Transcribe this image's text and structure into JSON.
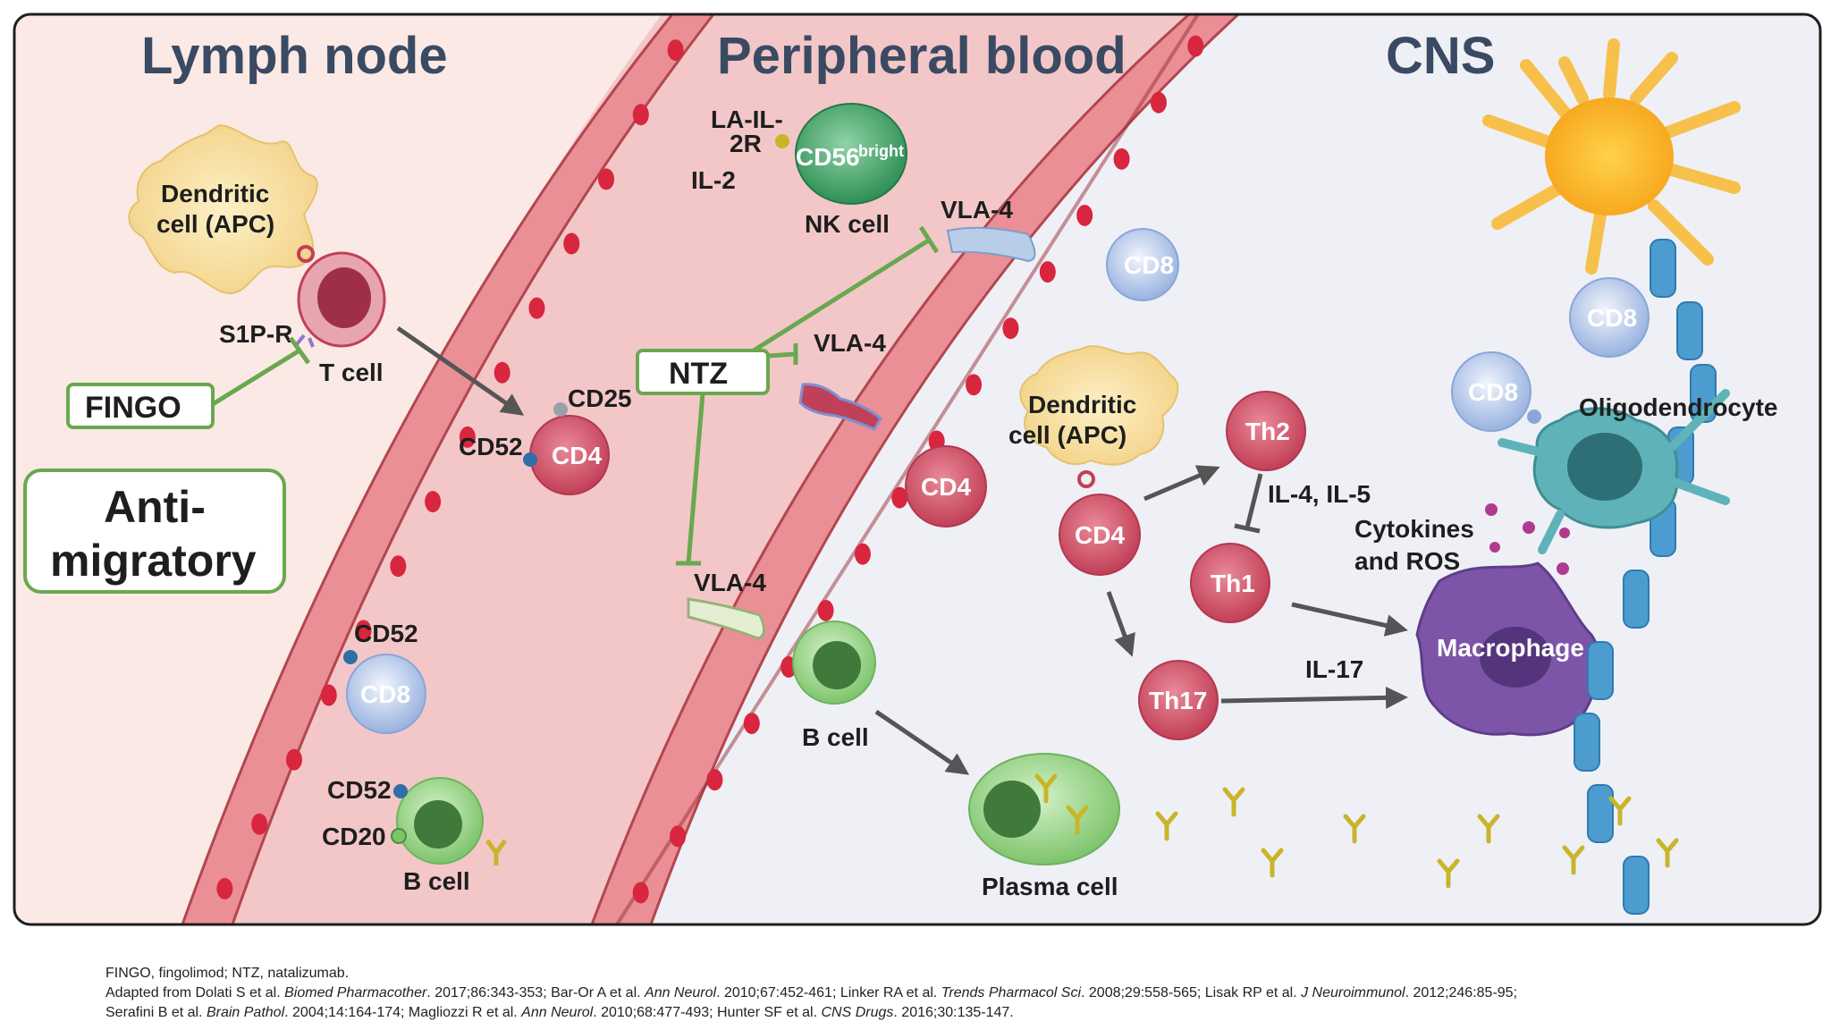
{
  "regions": {
    "lymph": "Lymph node",
    "blood": "Peripheral blood",
    "cns": "CNS"
  },
  "labels": {
    "dendritic_left": [
      "Dendritic",
      "cell (APC)"
    ],
    "dendritic_cns": [
      "Dendritic",
      "cell (APC)"
    ],
    "s1pr": "S1P-R",
    "t_cell": "T cell",
    "fingo": "FINGO",
    "anti_migratory": [
      "Anti-",
      "migratory"
    ],
    "cd25": "CD25",
    "cd52_a": "CD52",
    "cd4_blood": "CD4",
    "cd52_b": "CD52",
    "cd8_lymph": "CD8",
    "cd52_c": "CD52",
    "cd20": "CD20",
    "b_cell_lymph": "B cell",
    "la_il": "LA-IL-",
    "two_r": "2R",
    "il2": "IL-2",
    "cd56": "CD56",
    "bright": "bright",
    "nk_cell": "NK cell",
    "vla4_top": "VLA-4",
    "ntz": "NTZ",
    "vla4_mid": "VLA-4",
    "vla4_low": "VLA-4",
    "cd4_cns_free": "CD4",
    "cd8_cns_1": "CD8",
    "cd8_cns_2": "CD8",
    "cd8_cns_3": "CD8",
    "oligodendrocyte": "Oligodendrocyte",
    "cd4_cns": "CD4",
    "th2": "Th2",
    "th1": "Th1",
    "th17": "Th17",
    "il4_il5": "IL-4, IL-5",
    "cytokines": [
      "Cytokines",
      "and ROS"
    ],
    "il17": "IL-17",
    "macrophage": "Macrophage",
    "b_cell_cns": "B cell",
    "plasma_cell": "Plasma cell"
  },
  "footnotes": {
    "abbrev": "FINGO, fingolimod; NTZ, natalizumab.",
    "line2": [
      {
        "t": "Adapted from Dolati S et al. "
      },
      {
        "t": "Biomed Pharmacother",
        "i": true
      },
      {
        "t": ". 2017;86:343-353; Bar-Or A et al. "
      },
      {
        "t": "Ann Neurol",
        "i": true
      },
      {
        "t": ". 2010;67:452-461; Linker RA et al. "
      },
      {
        "t": "Trends Pharmacol Sci",
        "i": true
      },
      {
        "t": ". 2008;29:558-565; Lisak RP et al. "
      },
      {
        "t": "J Neuroimmunol",
        "i": true
      },
      {
        "t": ". 2012;246:85-95;"
      }
    ],
    "line3": [
      {
        "t": "Serafini B et al. "
      },
      {
        "t": "Brain Pathol",
        "i": true
      },
      {
        "t": ". 2004;14:164-174; Magliozzi R et al. "
      },
      {
        "t": "Ann Neurol",
        "i": true
      },
      {
        "t": ". 2010;68:477-493; Hunter SF et al. "
      },
      {
        "t": "CNS Drugs",
        "i": true
      },
      {
        "t": ". 2016;30:135-147."
      }
    ]
  },
  "colors": {
    "lymph_bg": "#fbe9e5",
    "blood_bg": "#f3c7c8",
    "cns_bg": "#eef0f6",
    "vessel_wall": "#ea8f95",
    "inhibit_green": "#6aa84f",
    "t_cell": "#c8485e",
    "b_cell": "#8ccf7e",
    "cd8": "#a8bfe6",
    "macrophage": "#7d55a8",
    "myelin": "#4d9ccf",
    "dendritic": "#f7d88a",
    "text_dark": "#3a4a63"
  }
}
